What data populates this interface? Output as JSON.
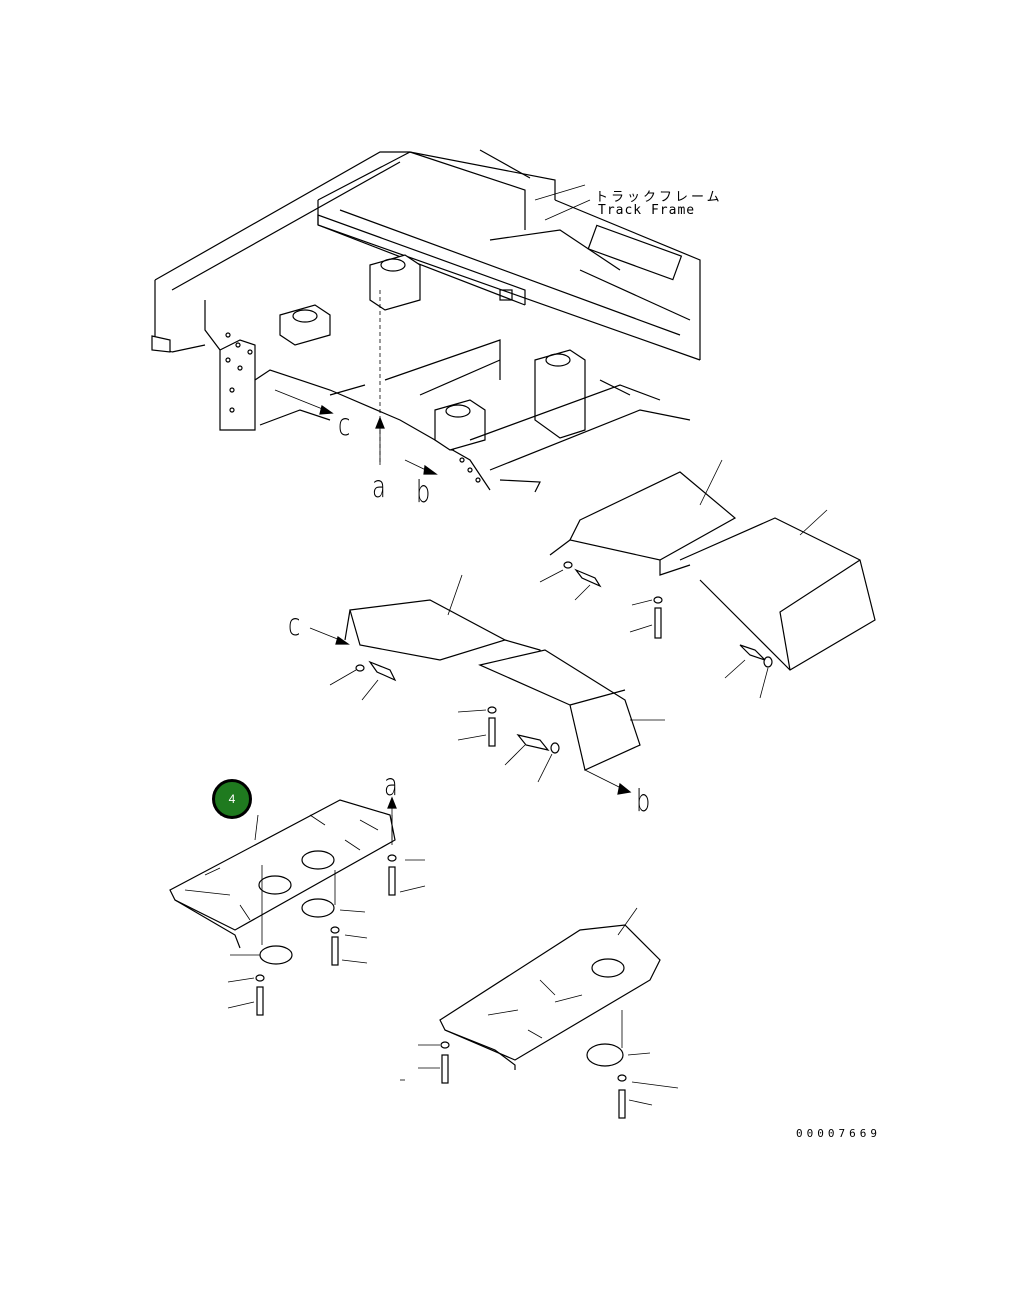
{
  "frame_label_jp": "トラックフレーム",
  "frame_label_en": "Track Frame",
  "view_letters": {
    "a_top": "a",
    "b_top": "b",
    "c_top": "c",
    "c_mid": "c",
    "b_mid": "b",
    "a_bottom": "a"
  },
  "callout": {
    "number": "4",
    "color": "#1f7a1f"
  },
  "drawing_number": "00007669"
}
